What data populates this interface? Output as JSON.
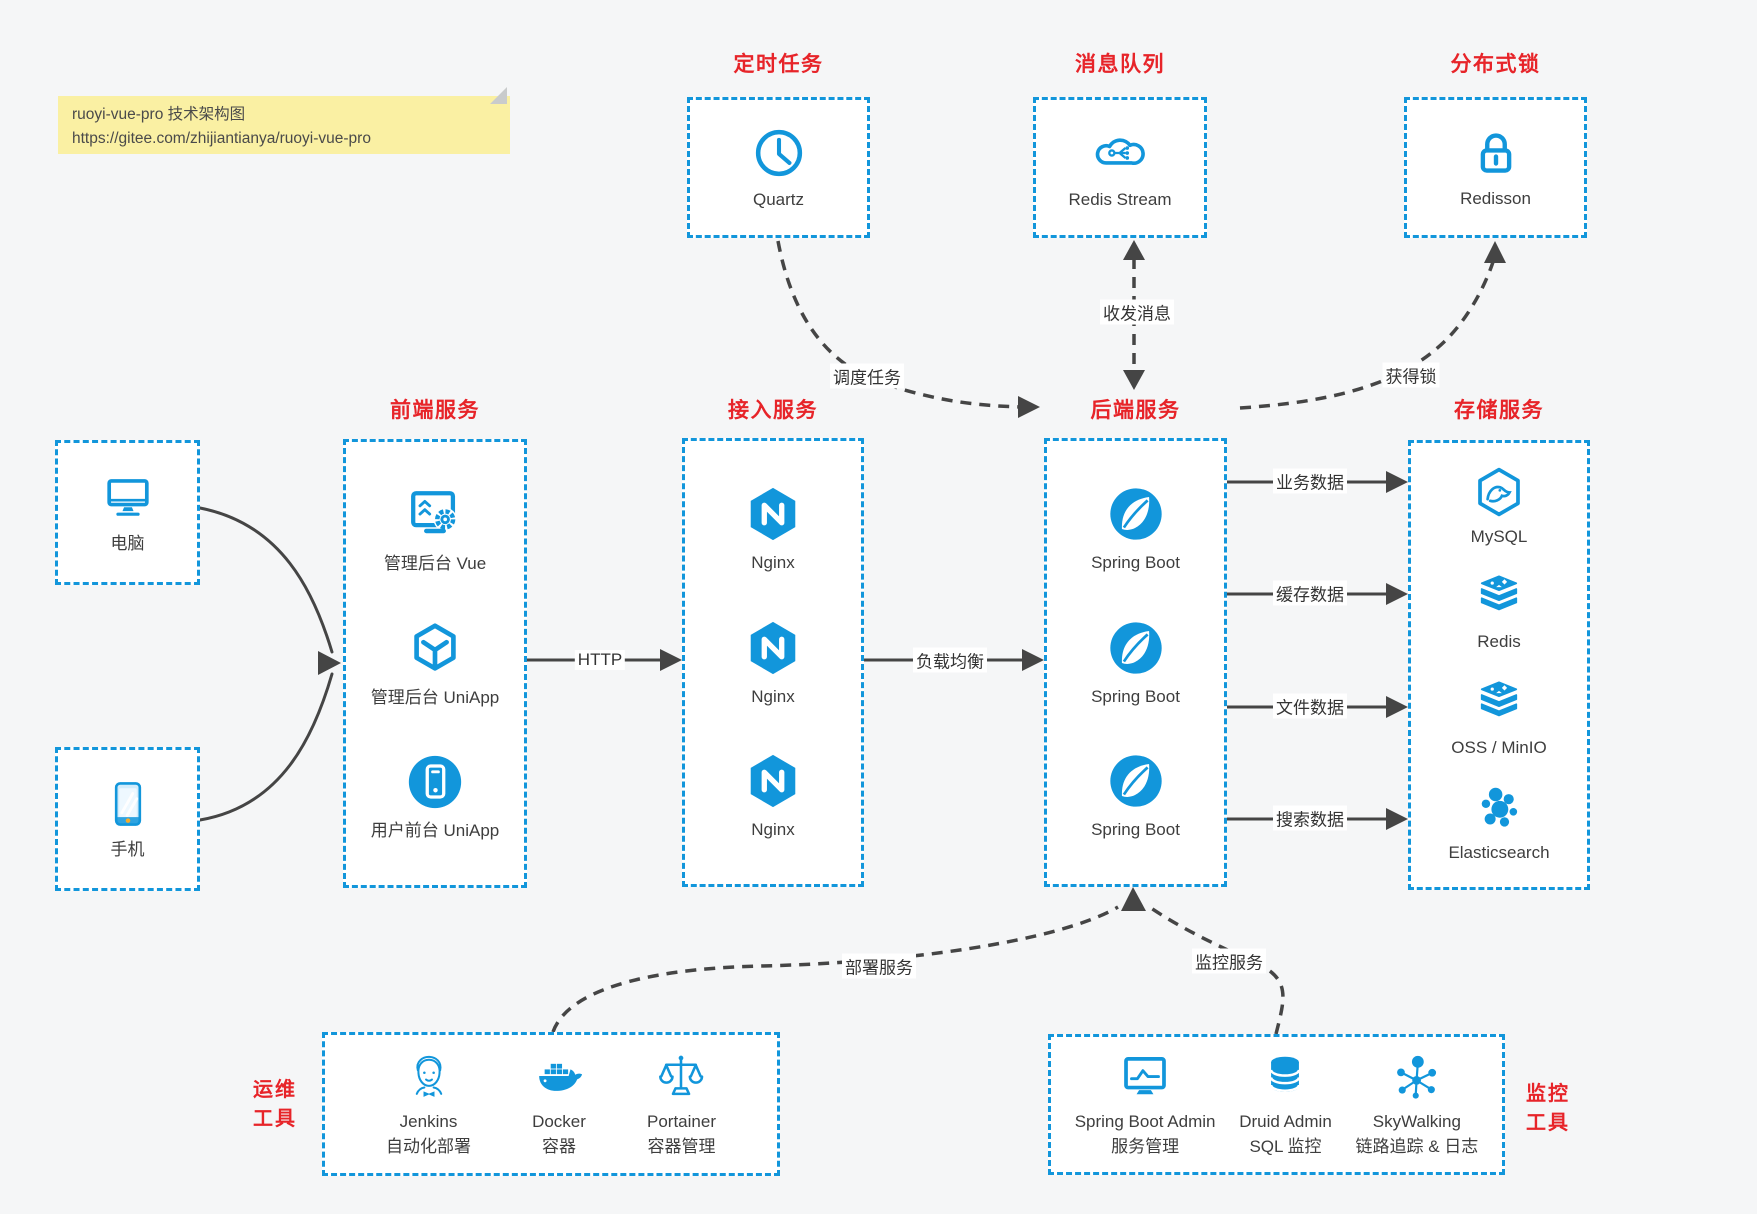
{
  "note": {
    "title": "ruoyi-vue-pro 技术架构图",
    "url": "https://gitee.com/zhijiantianya/ruoyi-vue-pro"
  },
  "palette": {
    "accent_blue": "#1296db",
    "title_red": "#e72429",
    "wire_gray": "#454545",
    "note_yellow": "#faf0a3",
    "background": "#f5f6f7"
  },
  "top_groups": [
    {
      "title": "定时任务",
      "item": {
        "label": "Quartz",
        "icon": "clock-icon"
      }
    },
    {
      "title": "消息队列",
      "item": {
        "label": "Redis Stream",
        "icon": "cloud-stream-icon"
      }
    },
    {
      "title": "分布式锁",
      "item": {
        "label": "Redisson",
        "icon": "lock-icon"
      }
    }
  ],
  "clients": [
    {
      "label": "电脑",
      "icon": "desktop-icon"
    },
    {
      "label": "手机",
      "icon": "mobile-icon"
    }
  ],
  "main_groups": [
    {
      "title": "前端服务",
      "items": [
        {
          "label": "管理后台 Vue",
          "icon": "admin-vue-icon"
        },
        {
          "label": "管理后台 UniApp",
          "icon": "uniapp-cube-icon"
        },
        {
          "label": "用户前台 UniApp",
          "icon": "user-app-icon"
        }
      ]
    },
    {
      "title": "接入服务",
      "items": [
        {
          "label": "Nginx",
          "icon": "nginx-icon"
        },
        {
          "label": "Nginx",
          "icon": "nginx-icon"
        },
        {
          "label": "Nginx",
          "icon": "nginx-icon"
        }
      ]
    },
    {
      "title": "后端服务",
      "items": [
        {
          "label": "Spring Boot",
          "icon": "spring-leaf-icon"
        },
        {
          "label": "Spring Boot",
          "icon": "spring-leaf-icon"
        },
        {
          "label": "Spring Boot",
          "icon": "spring-leaf-icon"
        }
      ]
    },
    {
      "title": "存储服务",
      "items": [
        {
          "label": "MySQL",
          "icon": "mysql-dolphin-icon"
        },
        {
          "label": "Redis",
          "icon": "redis-stack-icon"
        },
        {
          "label": "OSS / MinIO",
          "icon": "storage-stack-icon"
        },
        {
          "label": "Elasticsearch",
          "icon": "elasticsearch-icon"
        }
      ]
    }
  ],
  "bottom_groups": [
    {
      "side_title": [
        "运维",
        "工具"
      ],
      "items": [
        {
          "name": "Jenkins",
          "subtitle": "自动化部署",
          "icon": "jenkins-icon"
        },
        {
          "name": "Docker",
          "subtitle": "容器",
          "icon": "docker-whale-icon"
        },
        {
          "name": "Portainer",
          "subtitle": "容器管理",
          "icon": "scales-icon"
        }
      ]
    },
    {
      "side_title": [
        "监控",
        "工具"
      ],
      "items": [
        {
          "name": "Spring Boot Admin",
          "subtitle": "服务管理",
          "icon": "monitor-chart-icon"
        },
        {
          "name": "Druid Admin",
          "subtitle": "SQL 监控",
          "icon": "database-icon"
        },
        {
          "name": "SkyWalking",
          "subtitle": "链路追踪 & 日志",
          "icon": "topology-icon"
        }
      ]
    }
  ],
  "connectors": {
    "http": "HTTP",
    "load_balance": "负载均衡",
    "business_data": "业务数据",
    "cache_data": "缓存数据",
    "file_data": "文件数据",
    "search_data": "搜索数据",
    "schedule_job": "调度任务",
    "send_receive_message": "收发消息",
    "acquire_lock": "获得锁",
    "deploy_service": "部署服务",
    "monitor_service": "监控服务"
  }
}
